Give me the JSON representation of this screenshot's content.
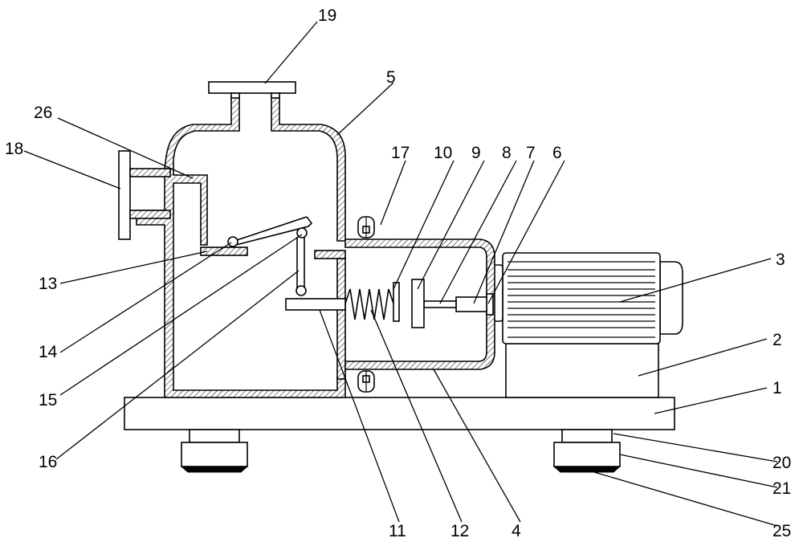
{
  "labels": {
    "l1": "1",
    "l2": "2",
    "l3": "3",
    "l4": "4",
    "l5": "5",
    "l6": "6",
    "l7": "7",
    "l8": "8",
    "l9": "9",
    "l10": "10",
    "l11": "11",
    "l12": "12",
    "l13": "13",
    "l14": "14",
    "l15": "15",
    "l16": "16",
    "l17": "17",
    "l18": "18",
    "l19": "19",
    "l20": "20",
    "l21": "21",
    "l25": "25",
    "l26": "26"
  }
}
